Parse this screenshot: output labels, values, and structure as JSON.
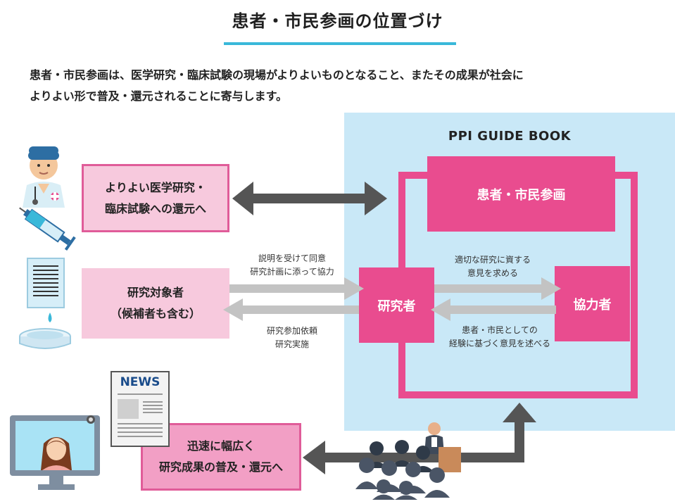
{
  "header": {
    "title": "患者・市民参画の位置づけ",
    "intro_line1": "患者・市民参画は、医学研究・臨床試験の現場がよりよいものとなること、またその成果が社会に",
    "intro_line2": "よりよい形で普及・還元されることに寄与します。"
  },
  "guide_book": {
    "title": "PPI GUIDE BOOK"
  },
  "boxes": {
    "ppi": "患者・市民参画",
    "researcher": "研究者",
    "collaborator": "協力者",
    "medical_return_line1": "よりよい医学研究・",
    "medical_return_line2": "臨床試験への還元へ",
    "subjects_line1": "研究対象者",
    "subjects_line2": "（候補者も含む）",
    "dissemination_line1": "迅速に幅広く",
    "dissemination_line2": "研究成果の普及・還元へ"
  },
  "labels": {
    "consent_line1": "説明を受けて同意",
    "consent_line2": "研究計画に添って協力",
    "request_line1": "研究参加依頼",
    "request_line2": "研究実施",
    "seek_line1": "適切な研究に資する",
    "seek_line2": "意見を求める",
    "opinion_line1": "患者・市民としての",
    "opinion_line2": "経験に基づく意見を述べる"
  },
  "news": {
    "label": "NEWS"
  },
  "colors": {
    "accent_pink": "#e94c8f",
    "pale_pink": "#f7c9dd",
    "panel_blue": "#c9e8f7",
    "title_underline": "#39b8d9",
    "arrow_dark": "#555555",
    "arrow_light": "#c3c3c3"
  },
  "icons": [
    "doctor-icon",
    "syringe-icon",
    "document-icon",
    "petri-dish-icon",
    "newspaper-icon",
    "monitor-woman-icon",
    "audience-presenter-icon"
  ]
}
